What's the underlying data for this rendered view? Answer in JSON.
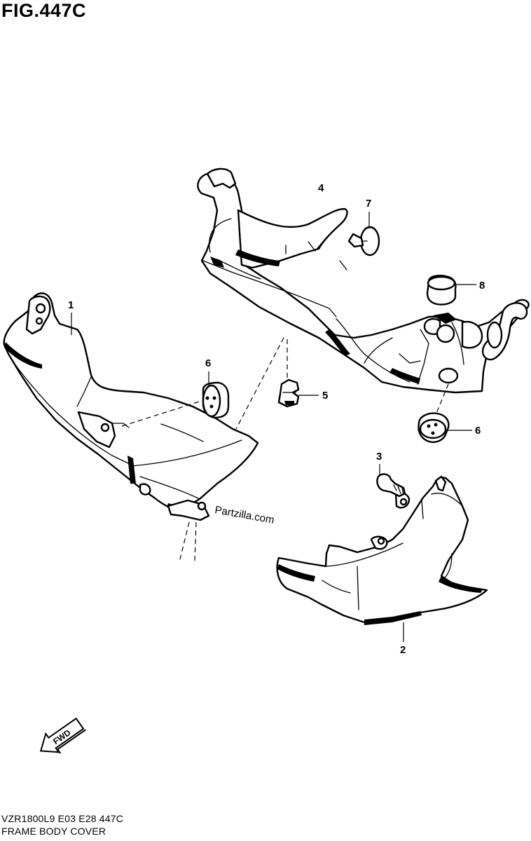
{
  "figure": {
    "title": "FIG.447C",
    "watermark": "Partzilla.com",
    "fwd_label": "FWD"
  },
  "callouts": [
    {
      "id": "c1",
      "text": "1"
    },
    {
      "id": "c2",
      "text": "2"
    },
    {
      "id": "c3",
      "text": "3"
    },
    {
      "id": "c4",
      "text": "4"
    },
    {
      "id": "c5",
      "text": "5"
    },
    {
      "id": "c6a",
      "text": "6"
    },
    {
      "id": "c6b",
      "text": "6"
    },
    {
      "id": "c7",
      "text": "7"
    },
    {
      "id": "c8",
      "text": "8"
    }
  ],
  "footer": {
    "model_code": "VZR1800L9  E03  E28  447C",
    "section_name": "FRAME BODY COVER"
  }
}
